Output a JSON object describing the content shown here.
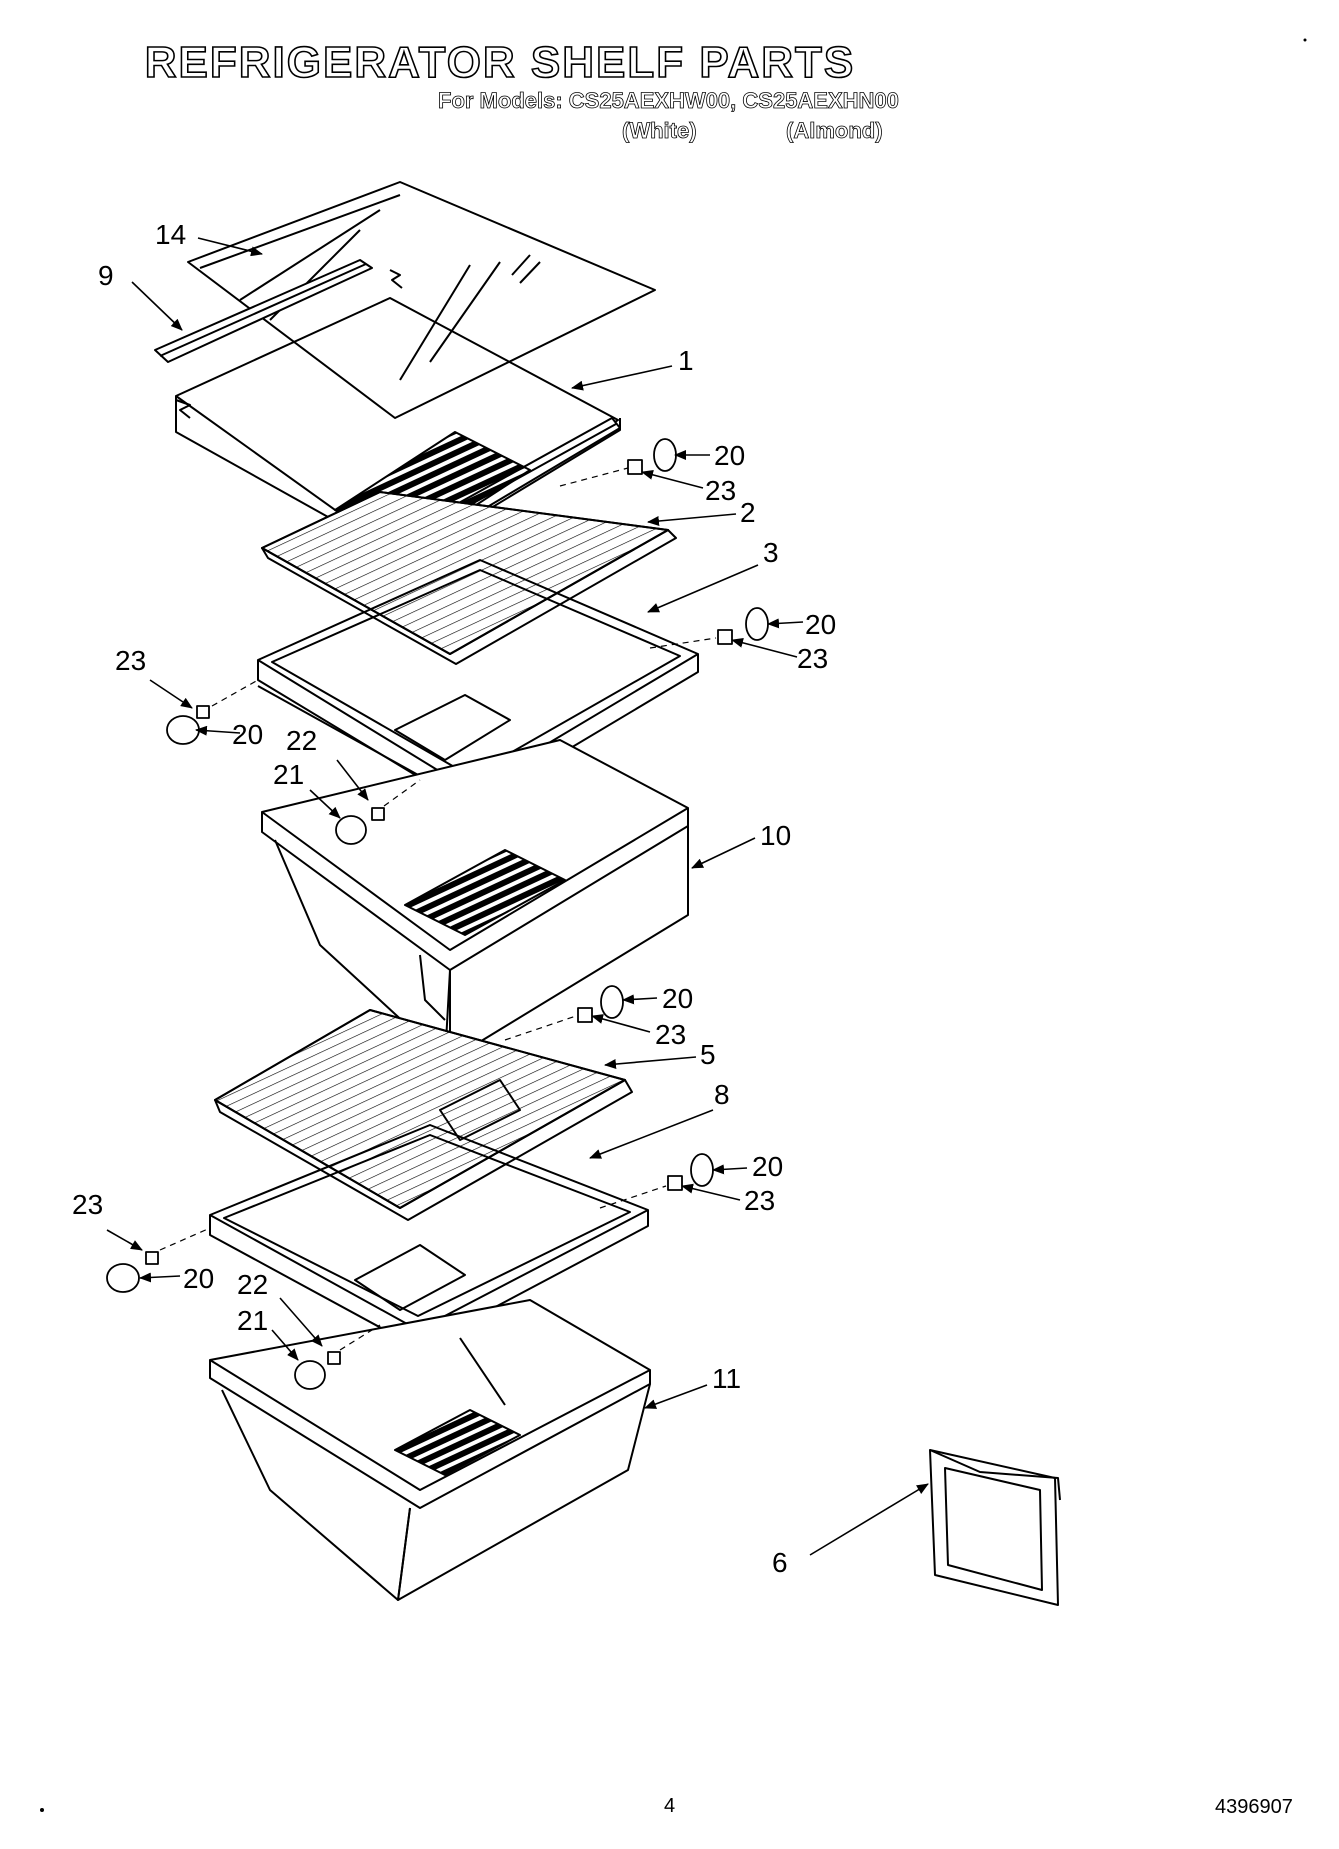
{
  "header": {
    "title": "REFRIGERATOR SHELF PARTS",
    "models_line": "For Models: CS25AEXHW00, CS25AEXHN00",
    "variant_white": "(White)",
    "variant_almond": "(Almond)"
  },
  "callouts": {
    "c14": "14",
    "c9": "9",
    "c1": "1",
    "c20a": "20",
    "c23a": "23",
    "c2": "2",
    "c3": "3",
    "c20b": "20",
    "c23b": "23",
    "c23c": "23",
    "c20c": "20",
    "c22a": "22",
    "c21a": "21",
    "c10": "10",
    "c20d": "20",
    "c23d": "23",
    "c5": "5",
    "c8": "8",
    "c20e": "20",
    "c23e": "23",
    "c23f": "23",
    "c20f": "20",
    "c22b": "22",
    "c21b": "21",
    "c11": "11",
    "c6": "6"
  },
  "footer": {
    "page_number": "4",
    "doc_number": "4396907"
  }
}
